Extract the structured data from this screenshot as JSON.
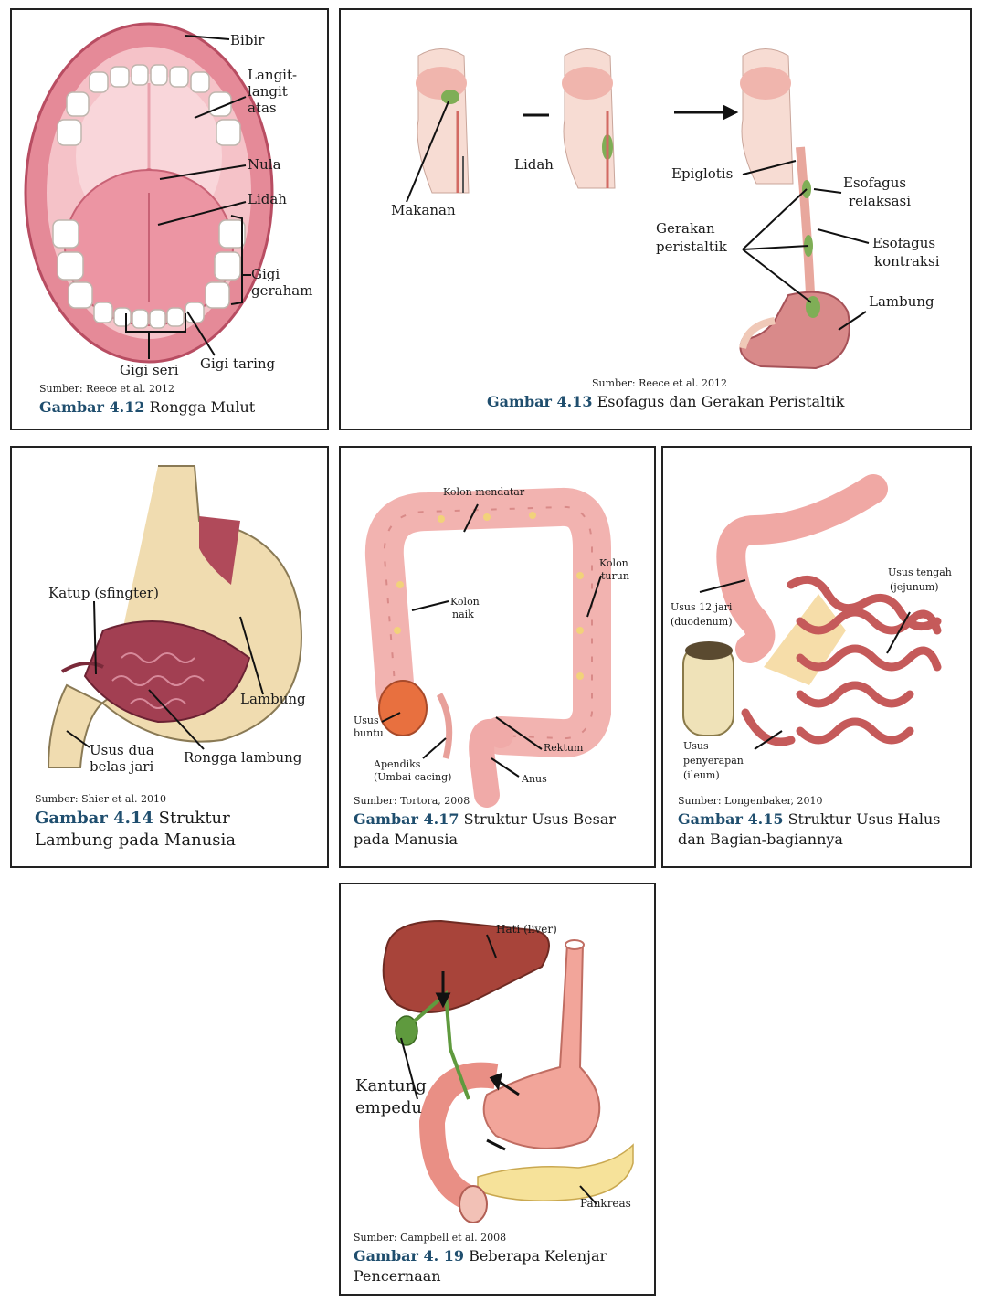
{
  "colors": {
    "caption_accent": "#1f4e6e",
    "flesh": "#f2a6a8",
    "tissue_dark": "#b5485a",
    "bile_green": "#5f9a3e",
    "fat_yellow": "#f2d27a"
  },
  "fig_412": {
    "labels": {
      "bibir": "Bibir",
      "langit_1": "Langit-",
      "langit_2": "langit",
      "langit_3": "atas",
      "nula": "Nula",
      "lidah": "Lidah",
      "gigi_geraham_1": "Gigi",
      "gigi_geraham_2": "geraham",
      "gigi_seri": "Gigi seri",
      "gigi_taring": "Gigi taring"
    },
    "source": "Sumber: Reece et al. 2012",
    "caption_num": "Gambar 4.12",
    "caption_text": " Rongga Mulut"
  },
  "fig_413": {
    "labels": {
      "makanan": "Makanan",
      "lidah": "Lidah",
      "epiglotis": "Epiglotis",
      "esofagus_relaksasi_1": "Esofagus",
      "esofagus_relaksasi_2": "relaksasi",
      "gerakan_1": "Gerakan",
      "gerakan_2": "peristaltik",
      "esofagus_kontraksi_1": "Esofagus",
      "esofagus_kontraksi_2": "kontraksi",
      "lambung": "Lambung"
    },
    "source": "Sumber: Reece et al. 2012",
    "caption_num": "Gambar 4.13",
    "caption_text": " Esofagus dan Gerakan Peristaltik"
  },
  "fig_414": {
    "labels": {
      "katup": "Katup (sfingter)",
      "lambung": "Lambung",
      "usus_1": "Usus dua",
      "usus_2": "belas jari",
      "rongga": "Rongga lambung"
    },
    "source": "Sumber: Shier et al. 2010",
    "caption_num": "Gambar 4.14",
    "caption_text": " Struktur Lambung pada Manusia"
  },
  "fig_417": {
    "labels": {
      "kolon_mendatar": "Kolon mendatar",
      "kolon_turun_1": "Kolon",
      "kolon_turun_2": "turun",
      "kolon_naik_1": "Kolon",
      "kolon_naik_2": "naik",
      "usus_buntu_1": "Usus",
      "usus_buntu_2": "buntu",
      "rektum": "Rektum",
      "apendiks_1": "Apendiks",
      "apendiks_2": "(Umbai cacing)",
      "anus": "Anus"
    },
    "source": "Sumber: Tortora, 2008",
    "caption_num": "Gambar 4.17",
    "caption_text": " Struktur Usus Besar pada Manusia"
  },
  "fig_415": {
    "labels": {
      "usus_tengah_1": "Usus tengah",
      "usus_tengah_2": "(jejunum)",
      "usus_12_1": "Usus 12 jari",
      "usus_12_2": "(duodenum)",
      "ileum_1": "Usus",
      "ileum_2": "penyerapan",
      "ileum_3": "(ileum)"
    },
    "source": "Sumber: Longenbaker, 2010",
    "caption_num": "Gambar 4.15",
    "caption_text": "  Struktur Usus Halus dan Bagian-bagiannya"
  },
  "fig_419": {
    "labels": {
      "hati": "Hati (liver)",
      "kantung_1": "Kantung",
      "kantung_2": "empedu",
      "pankreas": "Pankreas"
    },
    "source": "Sumber: Campbell et al. 2008",
    "caption_num": "Gambar 4. 19",
    "caption_text": " Beberapa Kelenjar Pencernaan"
  }
}
